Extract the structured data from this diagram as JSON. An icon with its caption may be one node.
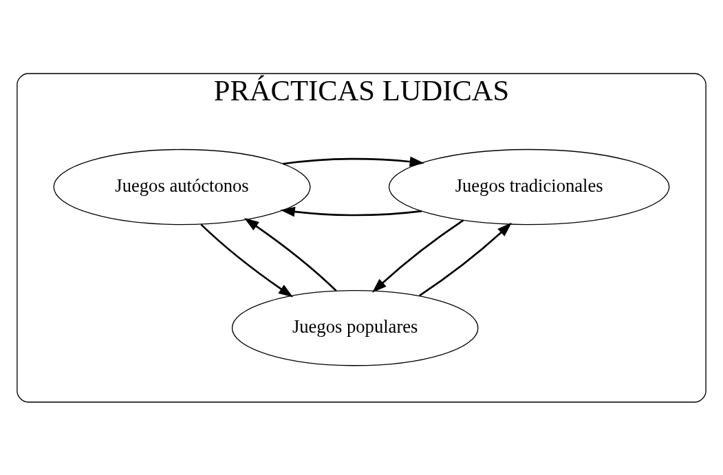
{
  "diagram": {
    "nodes": [
      {
        "text": [
          "PRÁCTICAS LUDICAS"
        ]
      },
      {
        "text": [
          "Juegos tradicionales"
        ],
        "in": 0
      },
      {
        "text": [
          "Juegos autóctonos"
        ],
        "in": 0
      },
      {
        "text": [
          "Juegos populares"
        ],
        "in": 0
      }
    ],
    "edges": [
      {
        "from": 1,
        "to": 2,
        "arrow": "to"
      },
      {
        "from": 2,
        "to": 1,
        "arrow": "to"
      },
      {
        "from": 1,
        "to": 3,
        "arrow": "to"
      },
      {
        "from": 3,
        "to": 1,
        "arrow": "to"
      },
      {
        "from": 2,
        "to": 3,
        "arrow": "to"
      },
      {
        "from": 3,
        "to": 2,
        "arrow": "to"
      }
    ]
  }
}
